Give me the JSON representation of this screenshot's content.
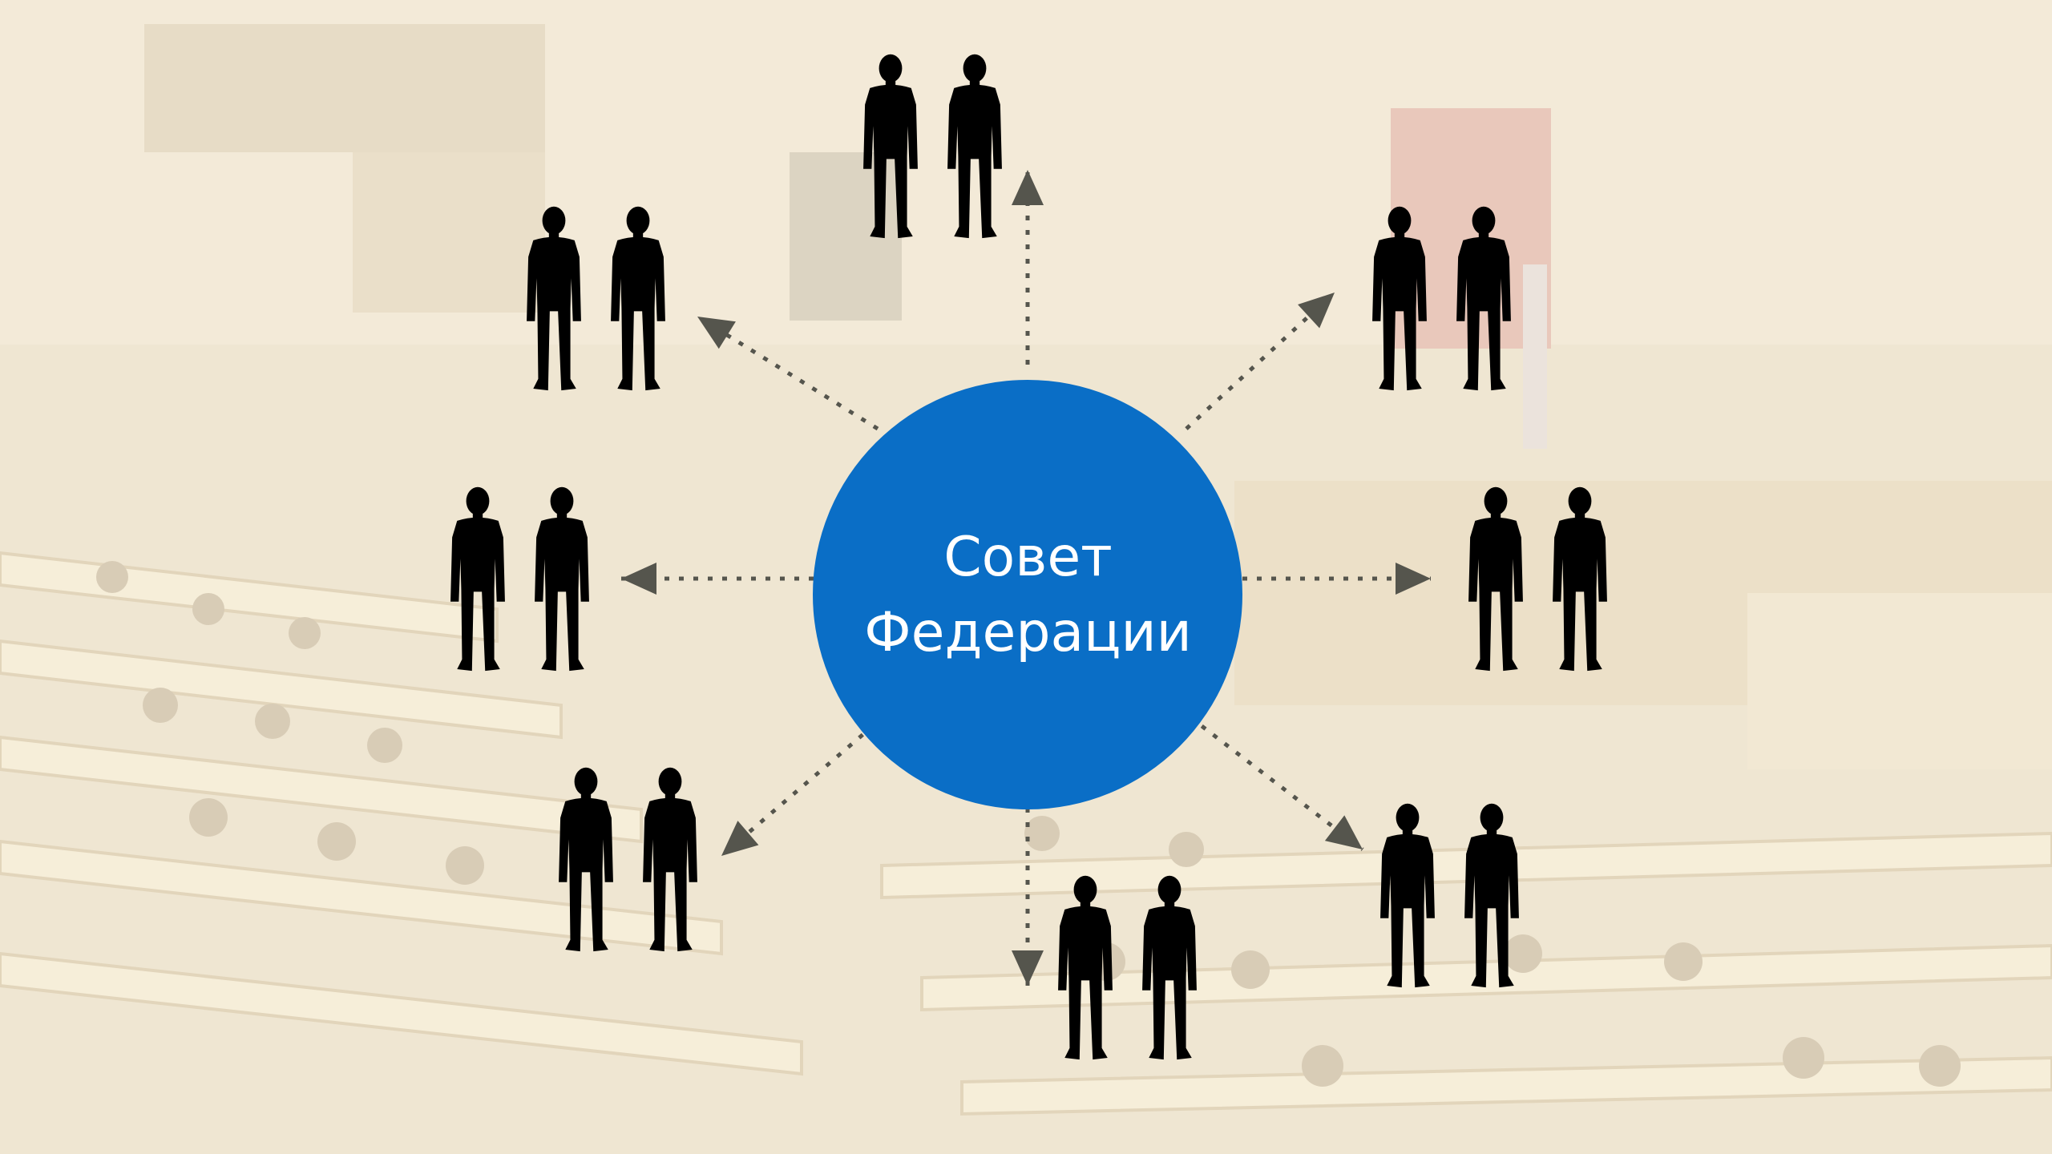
{
  "diagram": {
    "center": {
      "line1": "Совет",
      "line2": "Федерации",
      "color": "#0a6ec6"
    },
    "arrow_color": "#55554d",
    "figure_color": "#000000",
    "groups": [
      {
        "name": "top",
        "people": 2
      },
      {
        "name": "upper-right",
        "people": 2
      },
      {
        "name": "right",
        "people": 2
      },
      {
        "name": "lower-right",
        "people": 2
      },
      {
        "name": "bottom",
        "people": 2
      },
      {
        "name": "lower-left",
        "people": 2
      },
      {
        "name": "left",
        "people": 2
      },
      {
        "name": "upper-left",
        "people": 2
      }
    ]
  },
  "background": {
    "description_colors": {
      "base": "#efe6d2",
      "seat": "#f7efdc",
      "wall": "#e9ddc5"
    }
  }
}
